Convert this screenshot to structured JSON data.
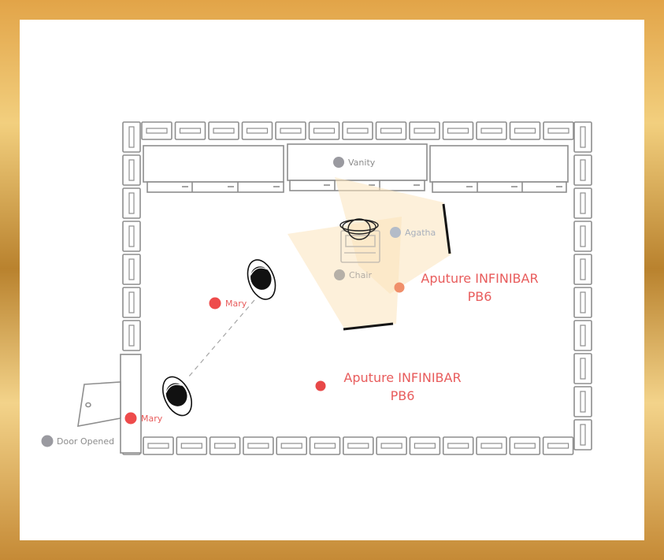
{
  "labels": {
    "vanity": "Vanity",
    "agatha": "Agatha",
    "chair": "Chair",
    "light_upper_line1": "Aputure INFINIBAR",
    "light_upper_line2": "PB6",
    "light_lower_line1": "Aputure INFINIBAR",
    "light_lower_line2": "PB6",
    "mary_upper": "Mary",
    "mary_lower": "Mary",
    "door": "Door Opened"
  },
  "colors": {
    "actor_marker": "#ee4b4b",
    "light_upper_marker": "#f08f6a",
    "light_lower_marker": "#e84848",
    "prop_marker": "#9a9aa0",
    "agatha_marker": "#b4bcc8",
    "light_beam": "#fbe3bc",
    "label_red": "#e85c5c",
    "label_grey": "#8c8c8c",
    "frame_gold": "#e2a448"
  },
  "icons": {
    "camera": "camera-person-icon",
    "actor_head": "person-head-icon",
    "chair": "chair-icon"
  }
}
